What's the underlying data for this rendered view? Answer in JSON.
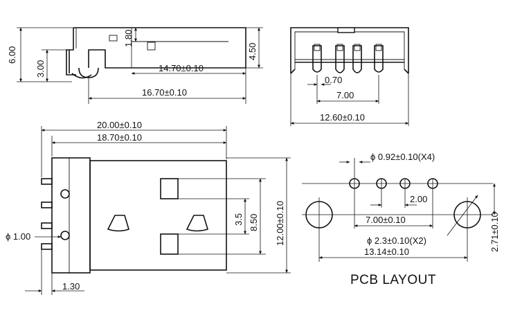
{
  "side_view": {
    "dim_height_total": "6.00",
    "dim_height_pin": "3.00",
    "dim_tab": "1.80",
    "dim_body_height": "4.50",
    "dim_len_inner": "14.70±0.10",
    "dim_len_outer": "16.70±0.10"
  },
  "end_view": {
    "dim_pin_width": "0.70",
    "dim_pin_span": "7.00",
    "dim_total_width": "12.60±0.10"
  },
  "top_view": {
    "dim_total_length": "20.00±0.10",
    "dim_body_length": "18.70±0.10",
    "dim_window_gap": "3.5",
    "dim_window_span": "8.50",
    "dim_width": "12.00±0.10",
    "dim_hole": "ϕ 1.00",
    "dim_offset": "1.30"
  },
  "pcb": {
    "dim_pin_holes": "ϕ 0.92±0.10(X4)",
    "dim_pitch": "2.00",
    "dim_pin_span": "7.00±0.10",
    "dim_mount_holes": "ϕ 2.3±0.10(X2)",
    "dim_mount_span": "13.14±0.10",
    "dim_offset_v": "2.71±0.10",
    "title": "PCB LAYOUT"
  }
}
